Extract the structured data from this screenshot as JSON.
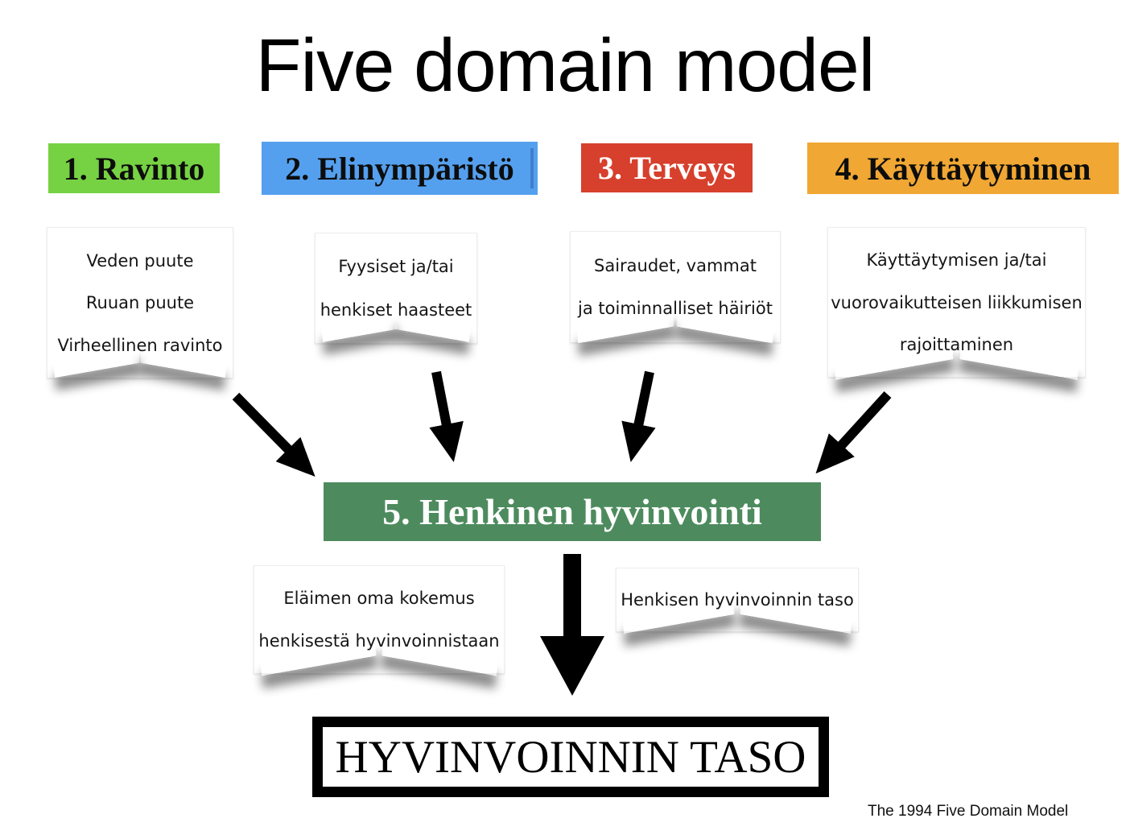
{
  "title": "Five domain model",
  "domains": [
    {
      "label": "1. Ravinto",
      "bg": "#76d243",
      "fg": "#0d0d0d"
    },
    {
      "label": "2. Elinympäristö",
      "bg": "#55a0ee",
      "fg": "#0d0d0d"
    },
    {
      "label": "3. Terveys",
      "bg": "#d6402c",
      "fg": "#ffffff"
    },
    {
      "label": "4. Käyttäytyminen",
      "bg": "#f0a733",
      "fg": "#0d0d0d"
    }
  ],
  "notes": [
    {
      "lines": [
        "Veden puute",
        "Ruuan puute",
        "Virheellinen ravinto"
      ]
    },
    {
      "lines": [
        "Fyysiset ja/tai",
        "henkiset haasteet"
      ]
    },
    {
      "lines": [
        "Sairaudet, vammat",
        "ja toiminnalliset häiriöt"
      ]
    },
    {
      "lines": [
        "Käyttäytymisen ja/tai",
        "vuorovaikutteisen liikkumisen",
        "rajoittaminen"
      ]
    },
    {
      "lines": [
        "Eläimen oma kokemus",
        "henkisestä hyvinvoinnistaan"
      ]
    },
    {
      "lines": [
        "Henkisen hyvinvoinnin taso"
      ]
    }
  ],
  "center_domain": {
    "label": "5. Henkinen hyvinvointi",
    "bg": "#4d8b5e",
    "fg": "#ffffff"
  },
  "result_box": {
    "label": "HYVINVOINNIN TASO",
    "border_color": "#000000"
  },
  "caption": "The 1994 Five Domain Model",
  "icons": {
    "arrow_color": "#000000",
    "names": [
      "arrow-from-ravinto",
      "arrow-from-elinymparisto",
      "arrow-from-terveys",
      "arrow-from-kayttaytyminen",
      "arrow-to-result"
    ]
  }
}
